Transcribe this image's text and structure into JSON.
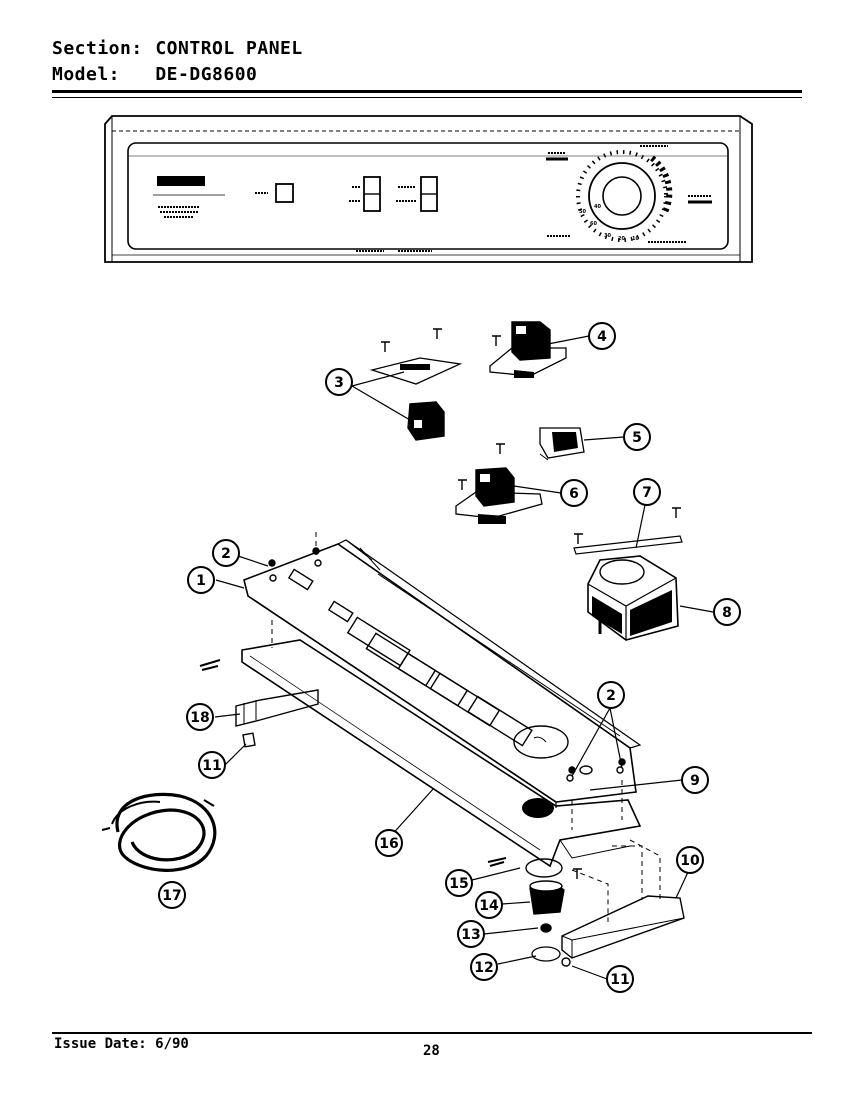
{
  "header": {
    "section_label": "Section:",
    "section_value": "CONTROL PANEL",
    "model_label": "Model:",
    "model_value": "DE-DG8600"
  },
  "panel": {
    "dial_labels": [
      "50",
      "60",
      "10",
      "20",
      "30",
      "40"
    ]
  },
  "callouts": [
    {
      "id": "c1",
      "label": "1"
    },
    {
      "id": "c2a",
      "label": "2"
    },
    {
      "id": "c2b",
      "label": "2"
    },
    {
      "id": "c3",
      "label": "3"
    },
    {
      "id": "c4",
      "label": "4"
    },
    {
      "id": "c5",
      "label": "5"
    },
    {
      "id": "c6",
      "label": "6"
    },
    {
      "id": "c7",
      "label": "7"
    },
    {
      "id": "c8",
      "label": "8"
    },
    {
      "id": "c9",
      "label": "9"
    },
    {
      "id": "c10",
      "label": "10"
    },
    {
      "id": "c11a",
      "label": "11"
    },
    {
      "id": "c11b",
      "label": "11"
    },
    {
      "id": "c12",
      "label": "12"
    },
    {
      "id": "c13",
      "label": "13"
    },
    {
      "id": "c14",
      "label": "14"
    },
    {
      "id": "c15",
      "label": "15"
    },
    {
      "id": "c16",
      "label": "16"
    },
    {
      "id": "c17",
      "label": "17"
    },
    {
      "id": "c18",
      "label": "18"
    }
  ],
  "footer": {
    "issue_date": "Issue Date: 6/90",
    "page_number": "28"
  }
}
